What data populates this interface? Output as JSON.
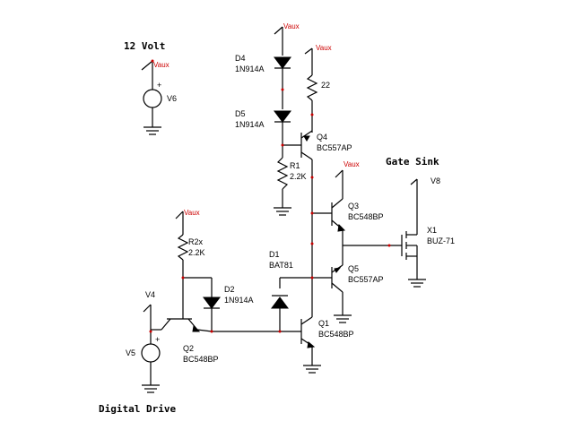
{
  "titles": {
    "supply": "12 Volt",
    "gate_sink": "Gate Sink",
    "digital_drive": "Digital Drive"
  },
  "rails": {
    "vaux": "Vaux",
    "plus": "+"
  },
  "sources": {
    "v6": "V6",
    "v5": "V5",
    "v4": "V4",
    "v8": "V8"
  },
  "components": {
    "d4_ref": "D4",
    "d4_val": "1N914A",
    "d5_ref": "D5",
    "d5_val": "1N914A",
    "r22_val": "22",
    "q4_ref": "Q4",
    "q4_val": "BC557AP",
    "r1_ref": "R1",
    "r1_val": "2.2K",
    "q3_ref": "Q3",
    "q3_val": "BC548BP",
    "x1_ref": "X1",
    "x1_val": "BUZ-71",
    "q5_ref": "Q5",
    "q5_val": "BC557AP",
    "d1_ref": "D1",
    "d1_val": "BAT81",
    "q1_ref": "Q1",
    "q1_val": "BC548BP",
    "r2_ref": "R2x",
    "r2_val": "2.2K",
    "d2_ref": "D2",
    "d2_val": "1N914A",
    "q2_ref": "Q2",
    "q2_val": "BC548BP"
  },
  "colors": {
    "wire": "#000000",
    "node_marker": "#cc0000"
  }
}
